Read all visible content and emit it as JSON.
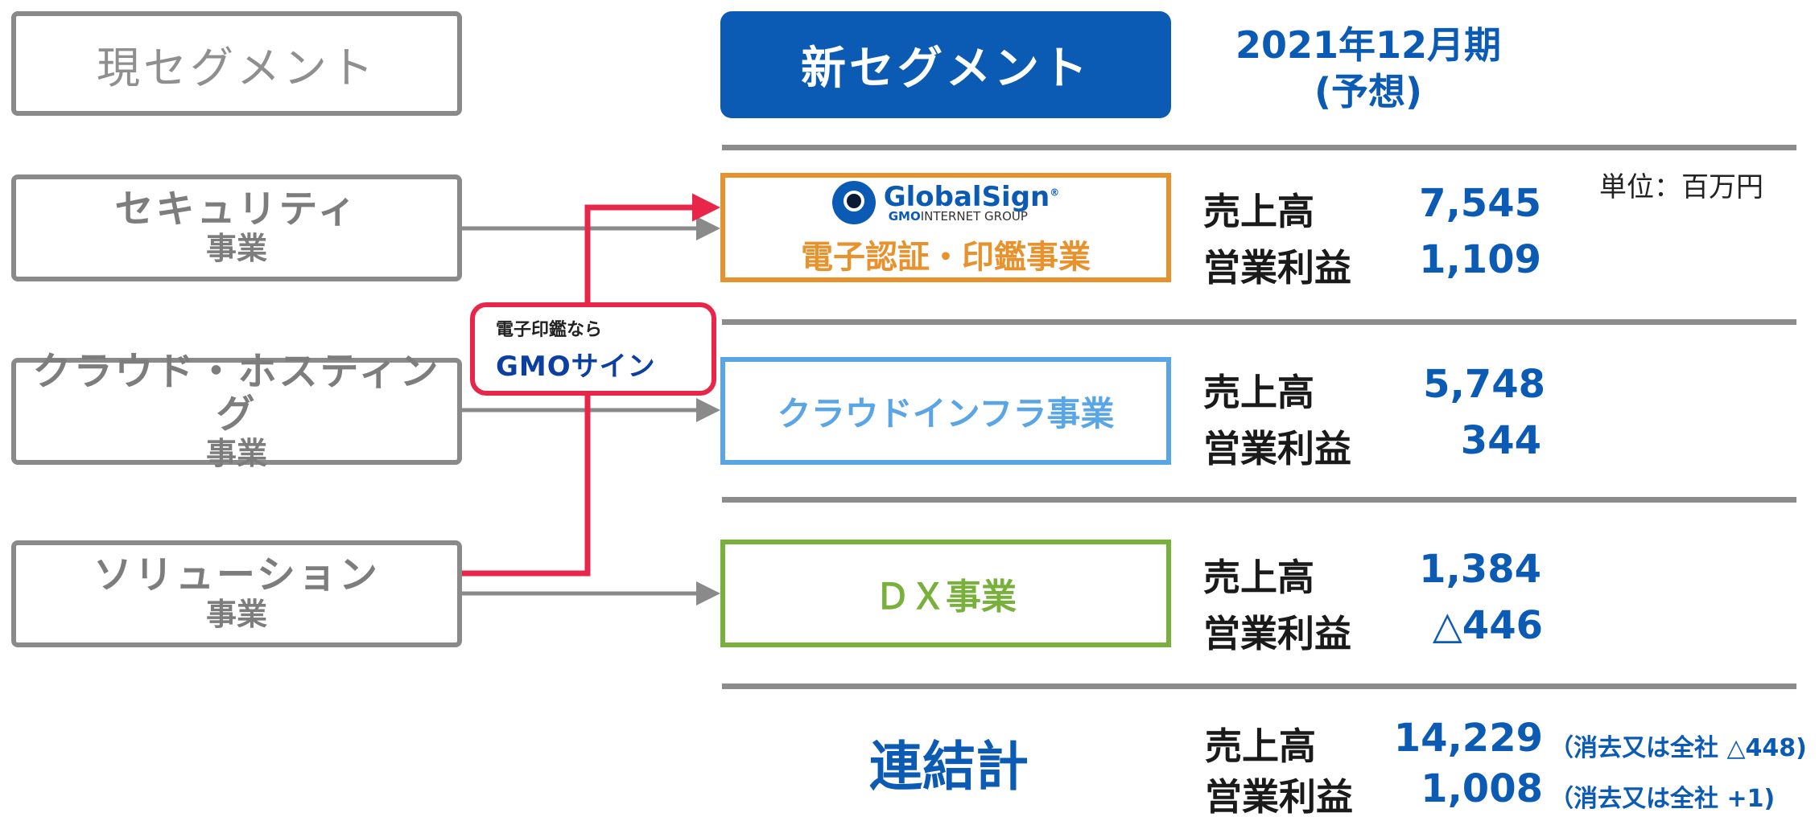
{
  "headers": {
    "current": "現セグメント",
    "new": "新セグメント",
    "period_line1": "2021年12月期",
    "period_line2": "(予想)"
  },
  "unit": "単位：百万円",
  "old_segments": [
    {
      "name": "セキュリティ",
      "sub": "事業"
    },
    {
      "name": "クラウド・ホスティング",
      "sub": "事業"
    },
    {
      "name": "ソリューション",
      "sub": "事業"
    }
  ],
  "gmo_sign": {
    "top": "電子印鑑なら",
    "logo_gmo": "GMO",
    "logo_kana": "サイン"
  },
  "globalsign": {
    "name": "GlobalSign",
    "reg": "®",
    "group_gmo": "GMO",
    "group_rest": "INTERNET GROUP"
  },
  "new_segments": [
    {
      "name": "電子認証・印鑑事業",
      "color": "#e8922d",
      "sales_label": "売上高",
      "sales": "7,545",
      "profit_label": "営業利益",
      "profit": "1,109"
    },
    {
      "name": "クラウドインフラ事業",
      "color": "#5aa5e6",
      "sales_label": "売上高",
      "sales": "5,748",
      "profit_label": "営業利益",
      "profit": "344"
    },
    {
      "name": "ＤＸ事業",
      "color": "#78b03c",
      "sales_label": "売上高",
      "sales": "1,384",
      "profit_label": "営業利益",
      "profit": "△446"
    }
  ],
  "consolidated": {
    "label": "連結計",
    "sales_label": "売上高",
    "sales": "14,229",
    "sales_note": "（消去又は全社 △448)",
    "profit_label": "営業利益",
    "profit": "1,008",
    "profit_note": "（消去又は全社 +1)"
  },
  "colors": {
    "accent_blue": "#0b5bb5",
    "arrow_red": "#e8264a",
    "arrow_gray": "#8a8a8a"
  }
}
